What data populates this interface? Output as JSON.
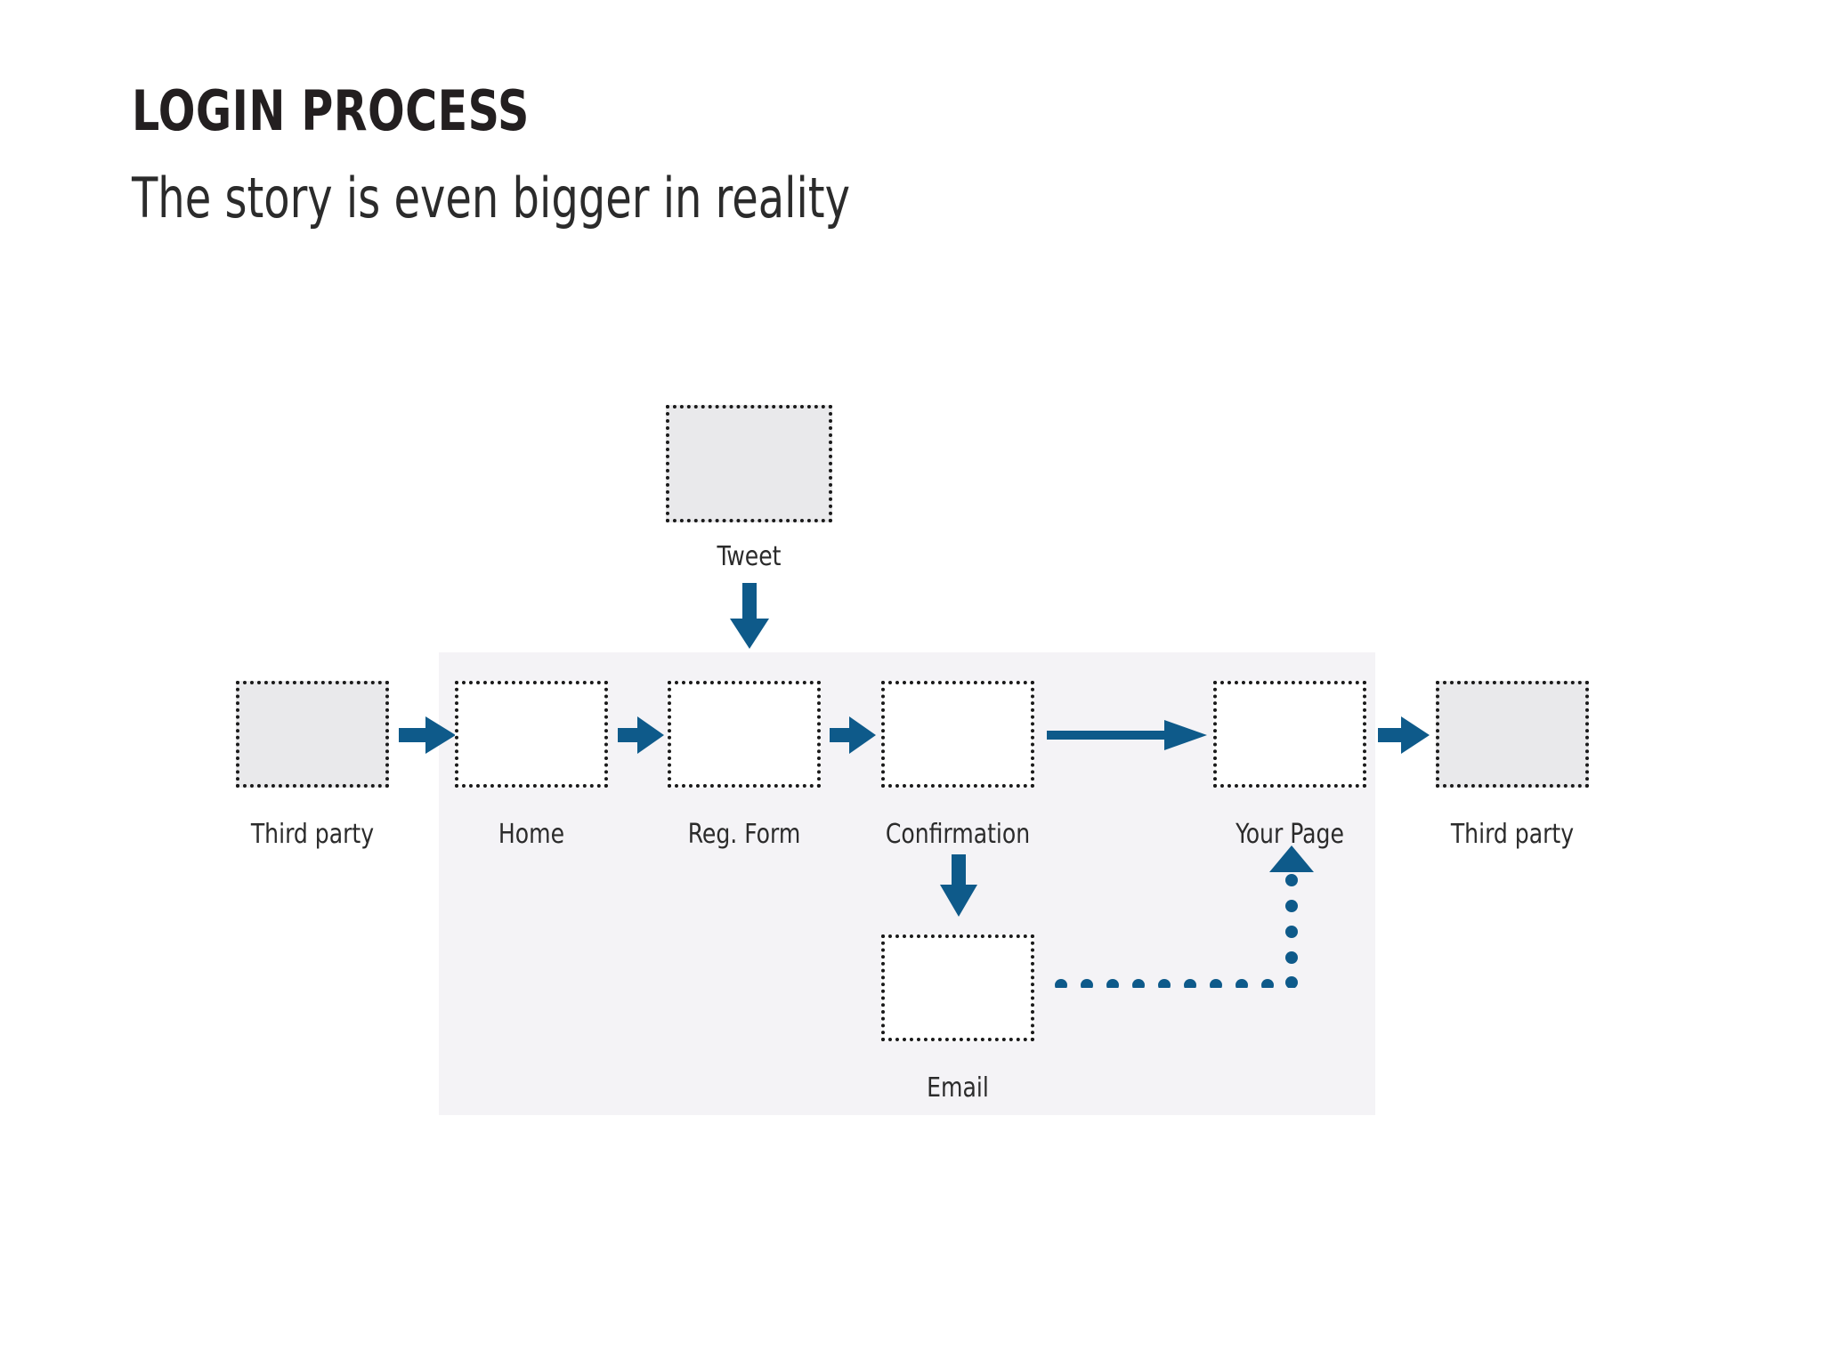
{
  "slide": {
    "title": "LOGIN PROCESS",
    "subtitle": "The story is even bigger in reality"
  },
  "colors": {
    "accent": "#0e5a8a",
    "panel_background": "#f4f3f6",
    "external_node_fill": "#e9e9eb",
    "internal_node_fill": "#ffffff",
    "node_border": "#1a1a1a",
    "title_text": "#231f20",
    "label_text": "#2b2b2b",
    "page_background": "#ffffff"
  },
  "diagram": {
    "type": "flow",
    "nodes": [
      {
        "id": "tweet",
        "label": "Tweet",
        "fill": "external",
        "group": "outside"
      },
      {
        "id": "third-party-left",
        "label": "Third party",
        "fill": "external",
        "group": "outside"
      },
      {
        "id": "home",
        "label": "Home",
        "fill": "internal",
        "group": "panel"
      },
      {
        "id": "reg-form",
        "label": "Reg. Form",
        "fill": "internal",
        "group": "panel"
      },
      {
        "id": "confirmation",
        "label": "Confirmation",
        "fill": "internal",
        "group": "panel"
      },
      {
        "id": "email",
        "label": "Email",
        "fill": "internal",
        "group": "panel"
      },
      {
        "id": "your-page",
        "label": "Your Page",
        "fill": "internal",
        "group": "panel"
      },
      {
        "id": "third-party-right",
        "label": "Third party",
        "fill": "external",
        "group": "outside"
      }
    ],
    "edges": [
      {
        "from": "tweet",
        "to": "home",
        "style": "solid",
        "direction": "down"
      },
      {
        "from": "third-party-left",
        "to": "home",
        "style": "solid",
        "direction": "right"
      },
      {
        "from": "home",
        "to": "reg-form",
        "style": "solid",
        "direction": "right"
      },
      {
        "from": "reg-form",
        "to": "confirmation",
        "style": "solid",
        "direction": "right"
      },
      {
        "from": "confirmation",
        "to": "your-page",
        "style": "solid",
        "direction": "right"
      },
      {
        "from": "confirmation",
        "to": "email",
        "style": "solid",
        "direction": "down"
      },
      {
        "from": "email",
        "to": "your-page",
        "style": "dotted",
        "direction": "up"
      },
      {
        "from": "your-page",
        "to": "third-party-right",
        "style": "solid",
        "direction": "right"
      }
    ]
  }
}
